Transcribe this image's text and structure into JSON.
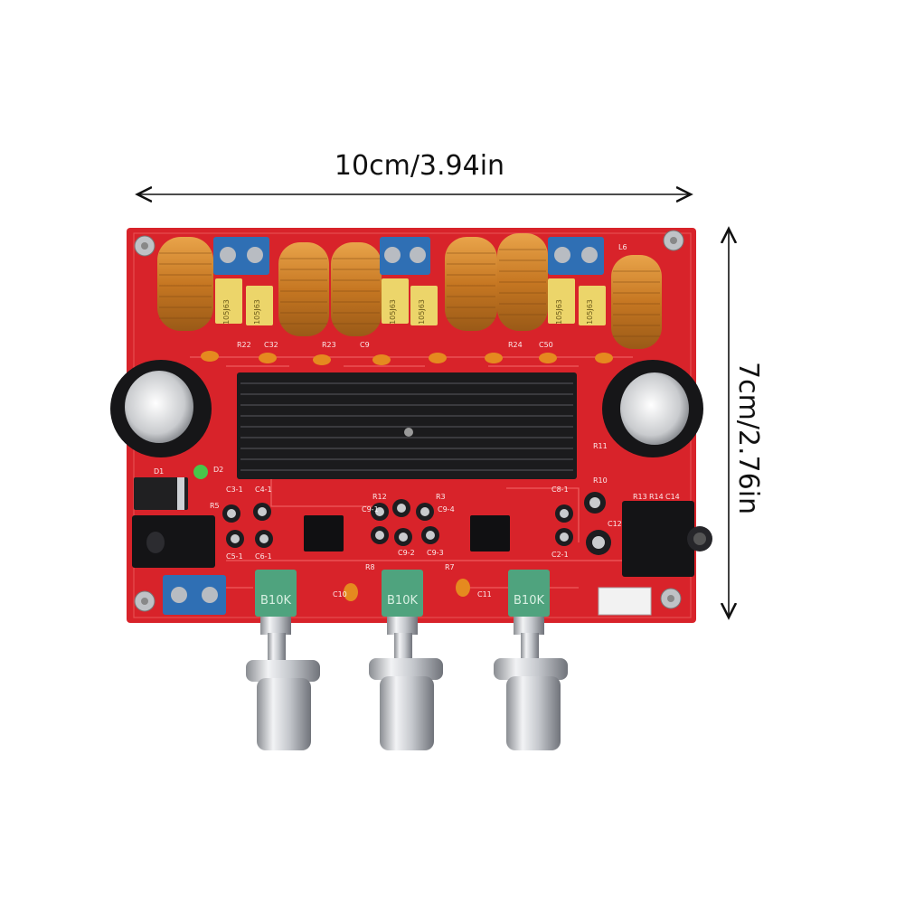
{
  "dimensions": {
    "width_label": "10cm/3.94in",
    "height_label": "7cm/2.76in"
  },
  "board": {
    "knob_labels": [
      "B10K",
      "B10K",
      "B10K"
    ],
    "capacitor_labels": [
      "105J63",
      "105J63",
      "105J63",
      "105J63",
      "105J63",
      "105J63"
    ],
    "component_labels": [
      "R22",
      "C32",
      "R23",
      "C9",
      "R24",
      "C50",
      "L6",
      "D1",
      "D2",
      "R5",
      "C3-1",
      "C4-1",
      "C5-1",
      "C6-1",
      "R12",
      "R3",
      "C9-4",
      "C9-1",
      "C9-2",
      "C9-3",
      "R8",
      "R7",
      "C10",
      "C11",
      "C8-1",
      "R11",
      "R10",
      "R13",
      "R14",
      "C14",
      "C2-1",
      "C12"
    ],
    "colors": {
      "pcb": "#d8232a",
      "heatsink": "#1b1b1d",
      "copper": "#d48a2e",
      "terminal": "#2f6fb4",
      "pot": "#4fa37e",
      "capacitor_yellow": "#ecd56a"
    }
  }
}
